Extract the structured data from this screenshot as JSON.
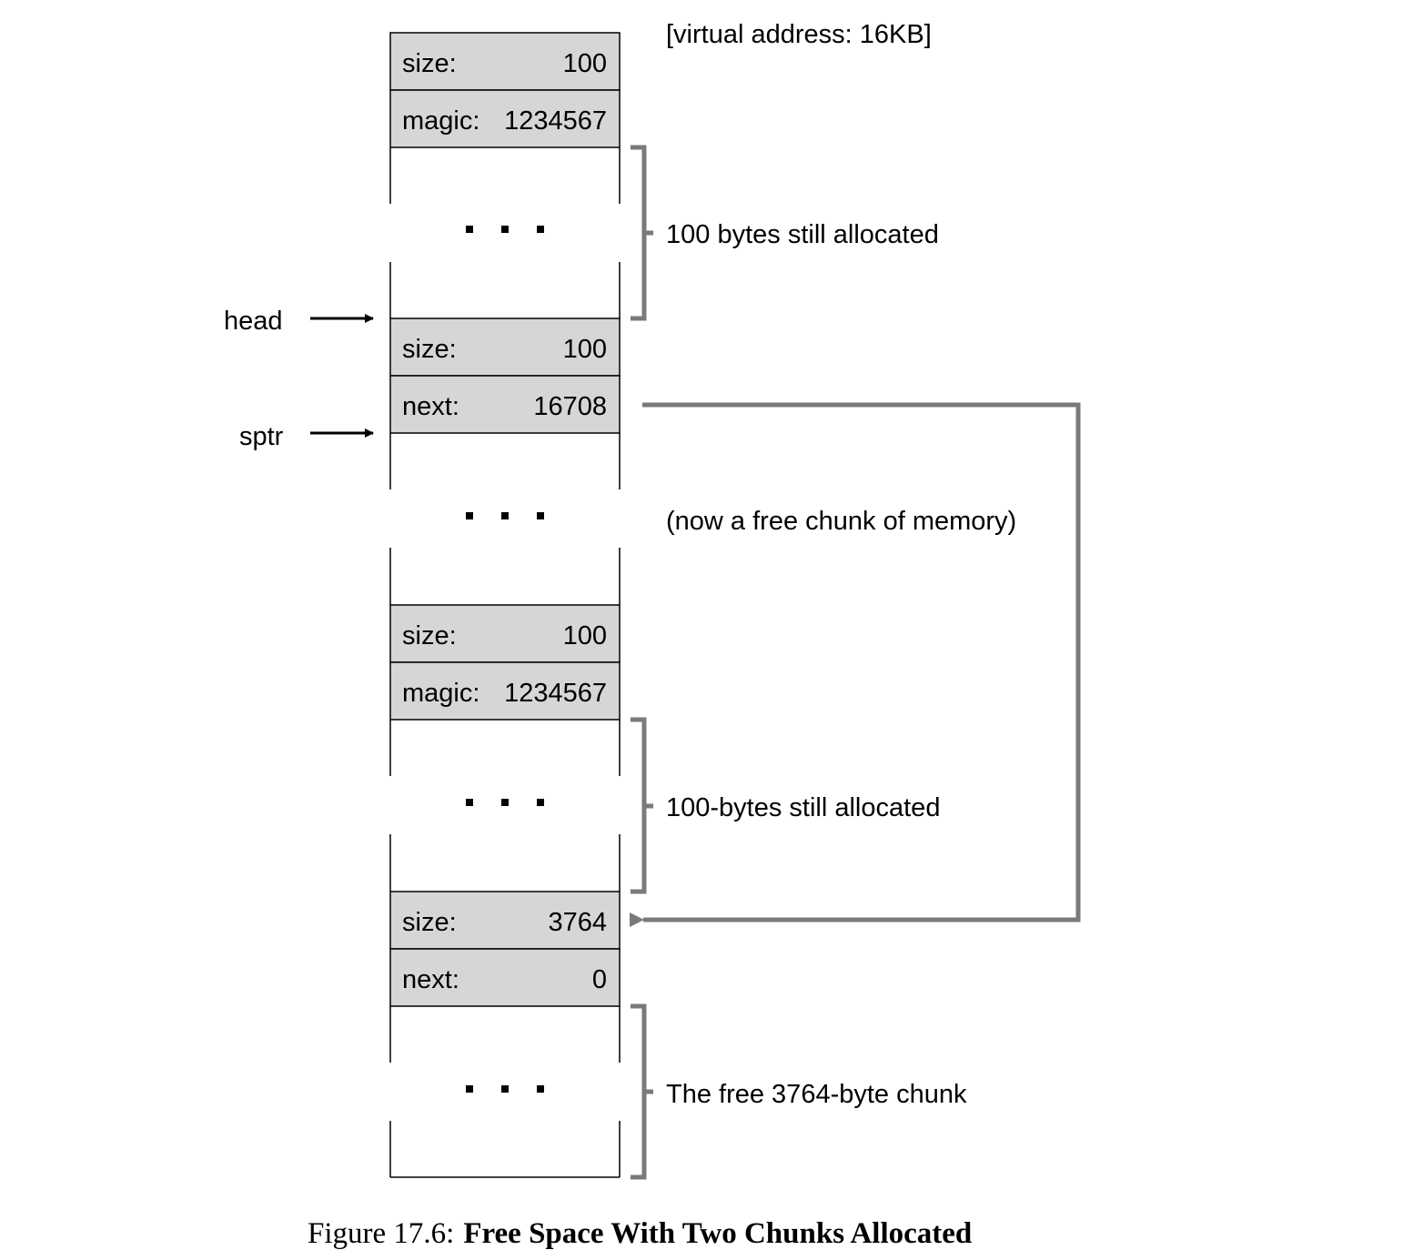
{
  "header_note": "[virtual address: 16KB]",
  "pointers": {
    "head": "head",
    "sptr": "sptr"
  },
  "blocks": [
    {
      "left": "size:",
      "right": "100"
    },
    {
      "left": "magic:",
      "right": "1234567"
    },
    {
      "left": "size:",
      "right": "100"
    },
    {
      "left": "next:",
      "right": "16708"
    },
    {
      "left": "size:",
      "right": "100"
    },
    {
      "left": "magic:",
      "right": "1234567"
    },
    {
      "left": "size:",
      "right": "3764"
    },
    {
      "left": "next:",
      "right": "0"
    }
  ],
  "annotations": {
    "region1": "100 bytes still allocated",
    "region2": "(now a free chunk of memory)",
    "region3": "100-bytes still allocated",
    "region4": "The free 3764-byte chunk"
  },
  "caption": {
    "prefix": "Figure 17.6:",
    "title": "Free Space With Two Chunks Allocated"
  },
  "colors": {
    "cell_fill": "#d6d6d6",
    "line": "#000000",
    "bracket": "#7a7a7a"
  }
}
